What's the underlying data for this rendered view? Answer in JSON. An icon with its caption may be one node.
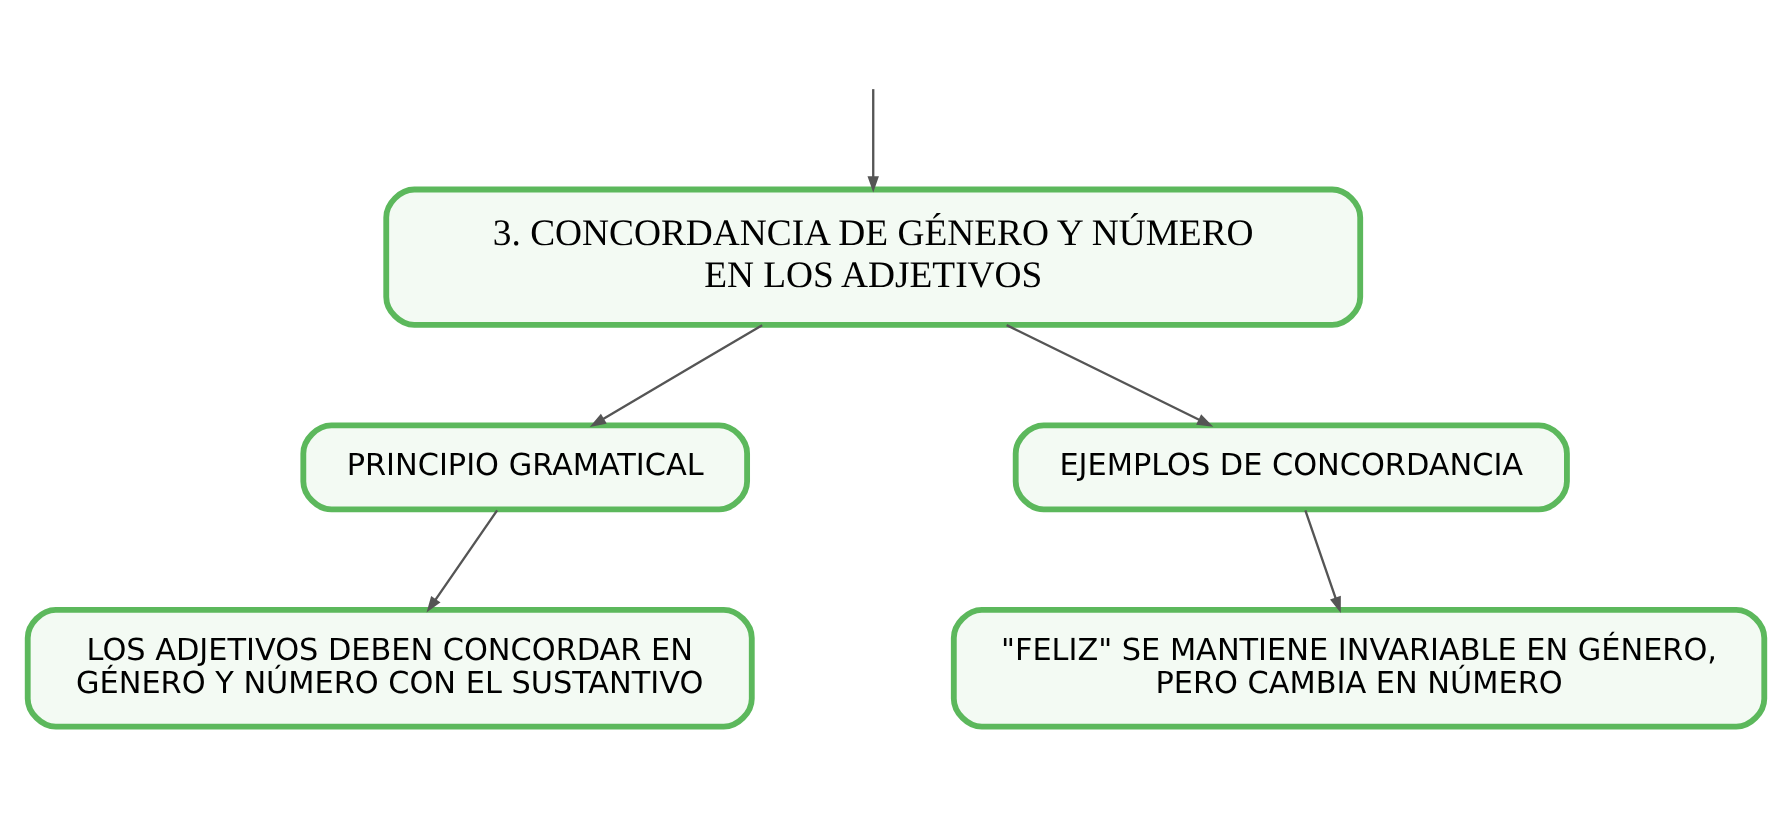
{
  "diagram": {
    "nodes": [
      {
        "text": [
          "3. CONCORDANCIA DE GÉNERO Y NÚMERO EN LOS ADJETIVOS"
        ]
      },
      {
        "text": [
          "PRINCIPIO GRAMATICAL"
        ]
      },
      {
        "text": [
          "EJEMPLOS DE CONCORDANCIA"
        ]
      },
      {
        "text": [
          "LOS ADJETIVOS DEBEN CONCORDAR EN GÉNERO Y NÚMERO CON EL SUSTANTIVO"
        ]
      },
      {
        "text": [
          "\"FELIZ\" SE MANTIENE INVARIABLE EN GÉNERO, PERO CAMBIA EN NÚMERO"
        ]
      }
    ],
    "edges": [
      {
        "from": null,
        "to": 0,
        "arrow": "to"
      },
      {
        "from": 0,
        "to": 1,
        "arrow": "to"
      },
      {
        "from": 0,
        "to": 2,
        "arrow": "to"
      },
      {
        "from": 1,
        "to": 3,
        "arrow": "to"
      },
      {
        "from": 2,
        "to": 4,
        "arrow": "to"
      }
    ]
  }
}
